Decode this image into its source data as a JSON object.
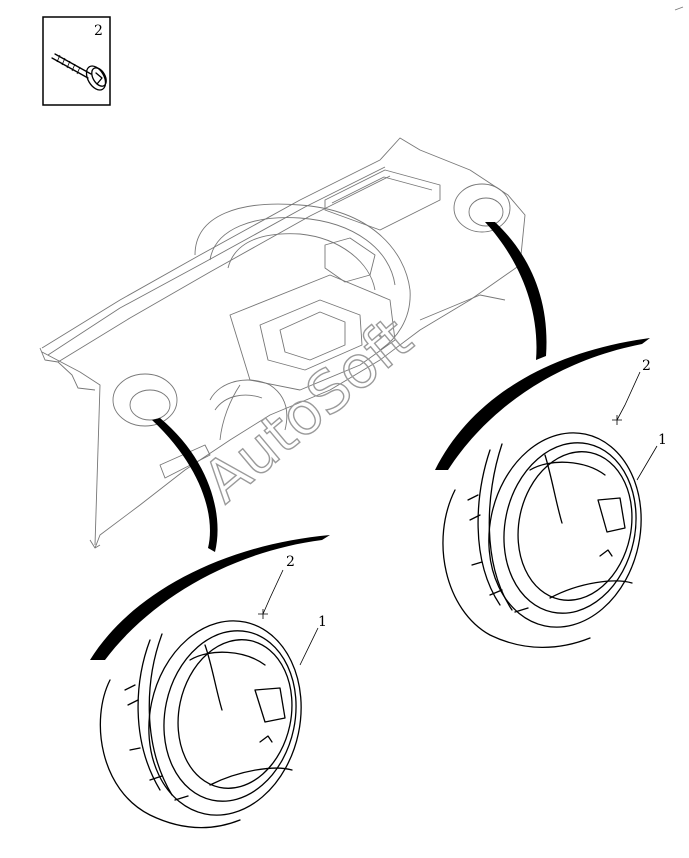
{
  "inset": {
    "callout": "2"
  },
  "callouts": {
    "left_vent_bezel": "2",
    "left_vent_body": "1",
    "right_vent_bezel": "2",
    "right_vent_body": "1"
  },
  "watermark": {
    "text": "AutoSoft"
  },
  "colors": {
    "line": "#000000",
    "ghost": "#777777",
    "watermark": "#9a9a9a"
  }
}
